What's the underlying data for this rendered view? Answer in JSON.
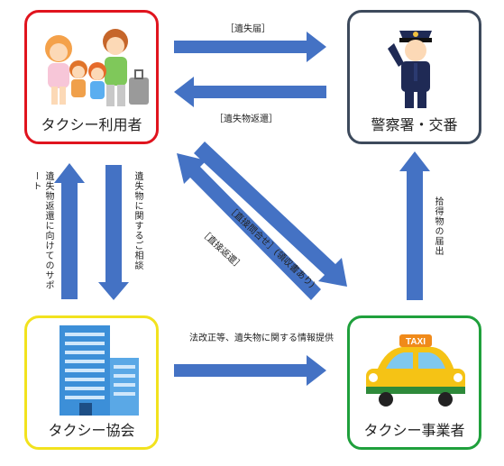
{
  "nodes": {
    "user": {
      "label": "タクシー利用者",
      "color": "#e0141e"
    },
    "police": {
      "label": "警察署・交番",
      "color": "#3d4a5c"
    },
    "association": {
      "label": "タクシー協会",
      "color": "#f2e21e"
    },
    "operator": {
      "label": "タクシー事業者",
      "color": "#1fa03c"
    }
  },
  "edges": {
    "report": "［遺失届］",
    "return_from_police": "［遺失物返還］",
    "direct_inquiry": "［直接問合せ］(領収書あり)",
    "direct_return": "［直接返還］",
    "support": "遺失物返還に向けてのサポート",
    "consult": "遺失物に関するご相談",
    "info": "法改正等、遺失物に関する情報提供",
    "found_report": "拾得物の届出"
  },
  "taxi_sign": "TAXI",
  "arrow_color": "#4472c4"
}
